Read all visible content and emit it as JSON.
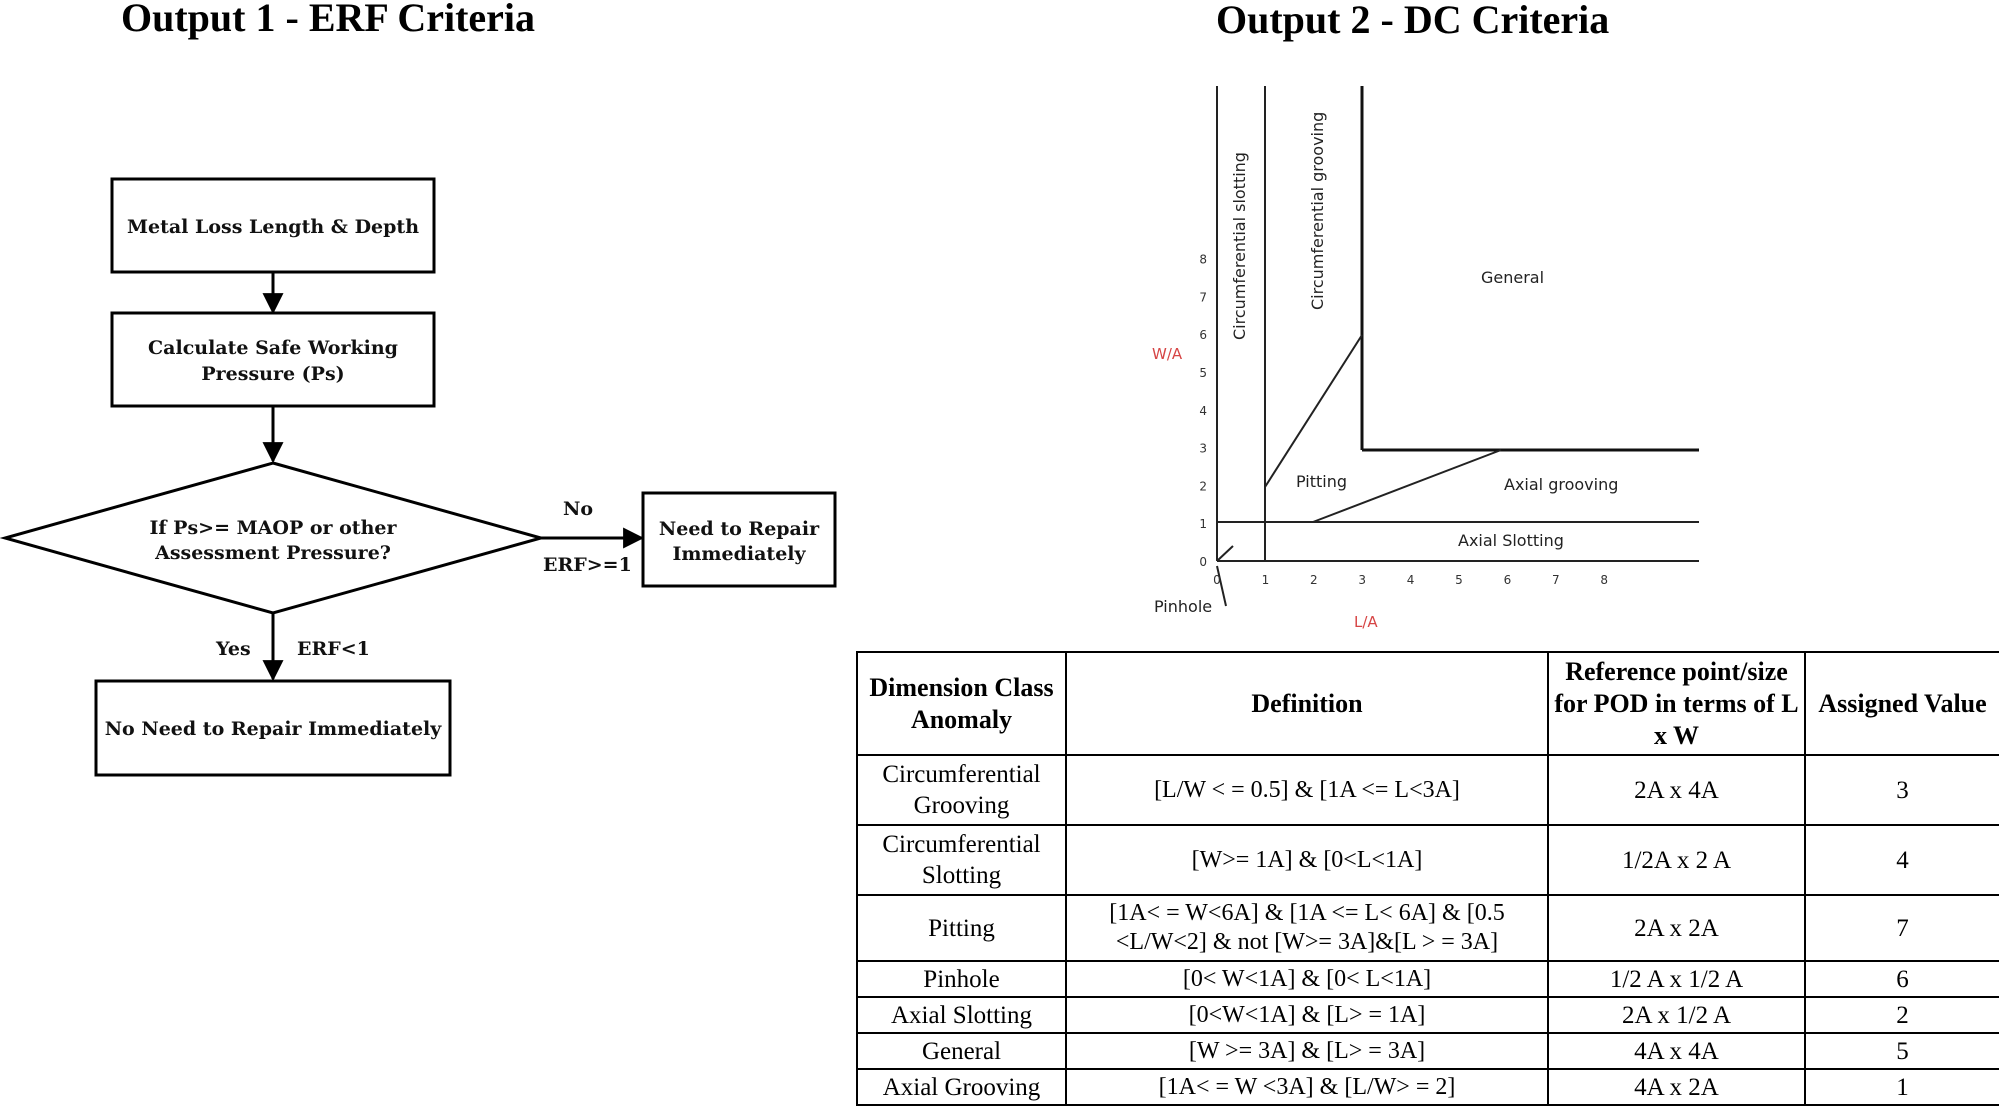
{
  "output1": {
    "title": "Output 1 - ERF Criteria",
    "flowchart": {
      "box_input": "Metal Loss Length & Depth",
      "box_calc_line1": "Calculate Safe Working",
      "box_calc_line2": "Pressure (Ps)",
      "decision_line1": "If Ps>= MAOP or other",
      "decision_line2": "Assessment Pressure?",
      "box_repair_line1": "Need to Repair",
      "box_repair_line2": "Immediately",
      "box_no_repair": "No Need to Repair Immediately",
      "label_no": "No",
      "label_erf_ge1": "ERF>=1",
      "label_yes": "Yes",
      "label_erf_lt1": "ERF<1"
    }
  },
  "output2": {
    "title": "Output 2 - DC Criteria",
    "dc_chart": {
      "xlabel": "L/A",
      "ylabel": "W/A",
      "x_ticks": [
        "0",
        "1",
        "2",
        "3",
        "4",
        "5",
        "6",
        "7",
        "8"
      ],
      "y_ticks": [
        "0",
        "1",
        "2",
        "3",
        "4",
        "5",
        "6",
        "7",
        "8"
      ],
      "regions": {
        "circ_slotting": "Circumferential slotting",
        "circ_grooving": "Circumferential grooving",
        "general": "General",
        "pitting": "Pitting",
        "axial_grooving": "Axial grooving",
        "axial_slotting": "Axial Slotting",
        "pinhole": "Pinhole"
      }
    },
    "table": {
      "headers": [
        "Dimension Class Anomaly",
        "Definition",
        "Reference point/size for POD in terms of L x W",
        "Assigned Value"
      ],
      "rows": [
        {
          "anomaly": "Circumferential Grooving",
          "definition": "[L/W < = 0.5] & [1A <= L<3A]",
          "reference": "2A x 4A",
          "value": "3"
        },
        {
          "anomaly": "Circumferential Slotting",
          "definition": "[W>= 1A] & [0<L<1A]",
          "reference": "1/2A x 2 A",
          "value": "4"
        },
        {
          "anomaly": "Pitting",
          "definition": "[1A< = W<6A] & [1A <= L< 6A] & [0.5 <L/W<2] & not [W>= 3A]&[L > = 3A]",
          "reference": "2A x 2A",
          "value": "7"
        },
        {
          "anomaly": "Pinhole",
          "definition": "[0< W<1A] & [0< L<1A]",
          "reference": "1/2 A x 1/2 A",
          "value": "6"
        },
        {
          "anomaly": "Axial Slotting",
          "definition": "[0<W<1A] & [L> = 1A]",
          "reference": "2A x 1/2 A",
          "value": "2"
        },
        {
          "anomaly": "General",
          "definition": "[W >= 3A] & [L> = 3A]",
          "reference": "4A x 4A",
          "value": "5"
        },
        {
          "anomaly": "Axial Grooving",
          "definition": "[1A< = W <3A] & [L/W> = 2]",
          "reference": "4A x 2A",
          "value": "1"
        }
      ]
    }
  }
}
